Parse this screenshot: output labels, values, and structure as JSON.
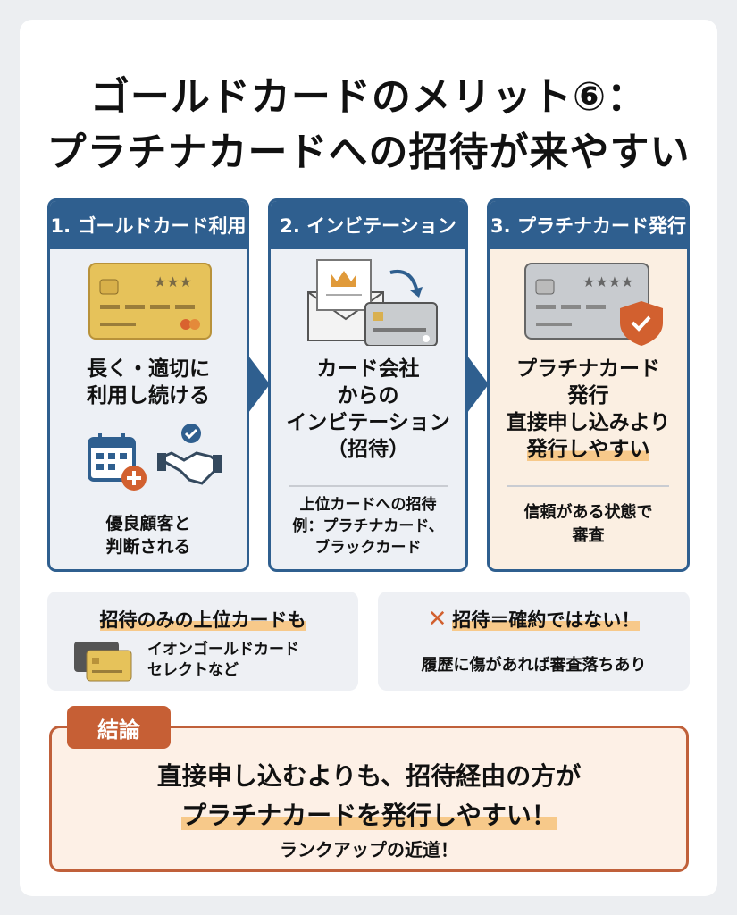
{
  "title": {
    "line1": "ゴールドカードのメリット⑥：",
    "line2": "プラチナカードへの招待が来やすい"
  },
  "steps": [
    {
      "header": "1. ゴールドカード利用",
      "main": [
        "長く・適切に",
        "利用し続ける"
      ],
      "sub": [
        "優良顧客と",
        "判断される"
      ],
      "icons": [
        "gold-card-icon",
        "calendar-plus-icon",
        "handshake-check-icon"
      ]
    },
    {
      "header": "2. インビテーション",
      "main": [
        "カード会社",
        "からの",
        "インビテーション",
        "（招待）"
      ],
      "sub": [
        "上位カードへの招待",
        "例：プラチナカード、",
        "ブラックカード"
      ],
      "icons": [
        "envelope-crown-icon",
        "arrow-icon",
        "silver-card-icon"
      ]
    },
    {
      "header": "3. プラチナカード発行",
      "main": [
        "プラチナカード",
        "発行",
        "直接申し込みより",
        "発行しやすい"
      ],
      "sub": [
        "信頼がある状態で",
        "審査"
      ],
      "icons": [
        "platinum-card-icon",
        "shield-check-icon"
      ]
    }
  ],
  "notes": [
    {
      "heading": "招待のみの上位カードも",
      "body": [
        "イオンゴールドカード",
        "セレクトなど"
      ]
    },
    {
      "heading": "招待＝確約ではない！",
      "body": [
        "履歴に傷があれば審査落ちあり"
      ]
    }
  ],
  "conclusion": {
    "tag": "結論",
    "line1": "直接申し込むよりも、招待経由の方が",
    "line2": "プラチナカードを発行しやすい！",
    "line3": "ランクアップの近道！"
  },
  "colors": {
    "blue": "#2f5f8f",
    "orange": "#c65f35",
    "highlight": "#f7c98a"
  }
}
